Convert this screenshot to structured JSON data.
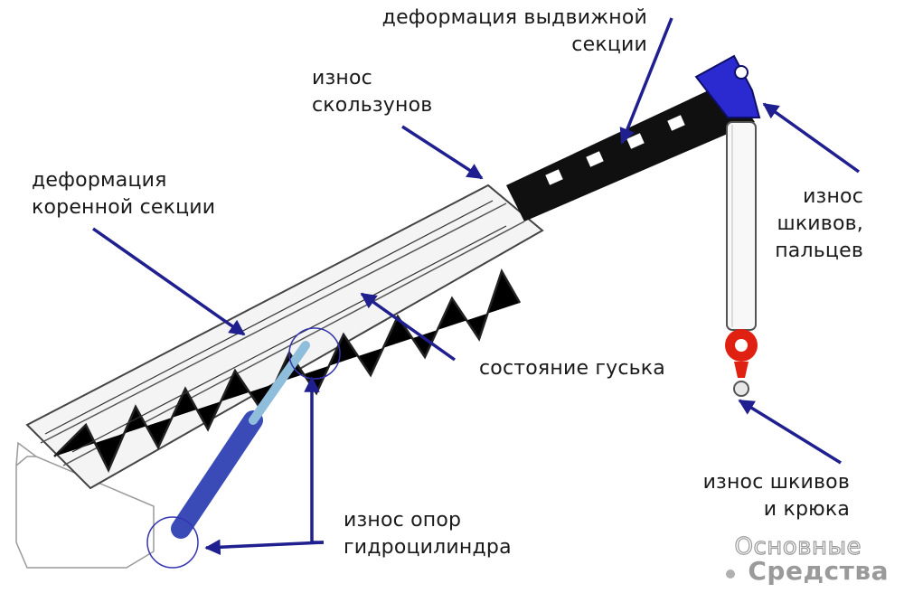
{
  "labels": {
    "extension_section_deformation": "деформация выдвижной\nсекции",
    "slider_wear": "износ\nскользунов",
    "base_section_deformation": "деформация\nкоренной секции",
    "sheave_pin_wear": "износ\nшкивов,\nпальцев",
    "jib_condition": "состояние гуська",
    "hook_sheave_wear": "износ шкивов\nи крюка",
    "cylinder_support_wear": "износ опор\nгидроцилиндра"
  },
  "logo": {
    "line1": "Основные",
    "line2": "Средства"
  },
  "colors": {
    "arrow": "#1f1f8f",
    "boom": "#111111",
    "hook": "#e02010",
    "cylinder": "#3a4bb8",
    "circle": "#3535b0"
  }
}
